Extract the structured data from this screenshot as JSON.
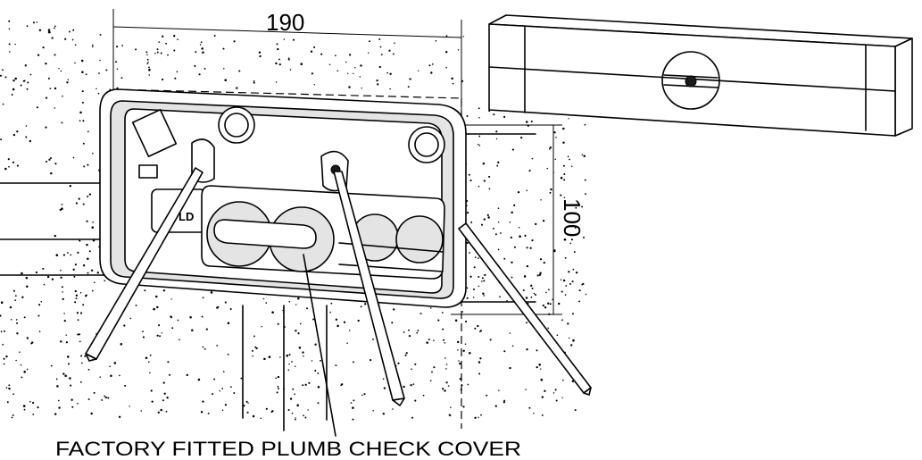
{
  "dimensions": {
    "width_label": "190",
    "height_label": "100"
  },
  "labels": {
    "callout": "FACTORY FITTED PLUMB CHECK COVER",
    "housing_badge": "LD"
  },
  "colors": {
    "line": "#000000",
    "background": "#ffffff"
  }
}
